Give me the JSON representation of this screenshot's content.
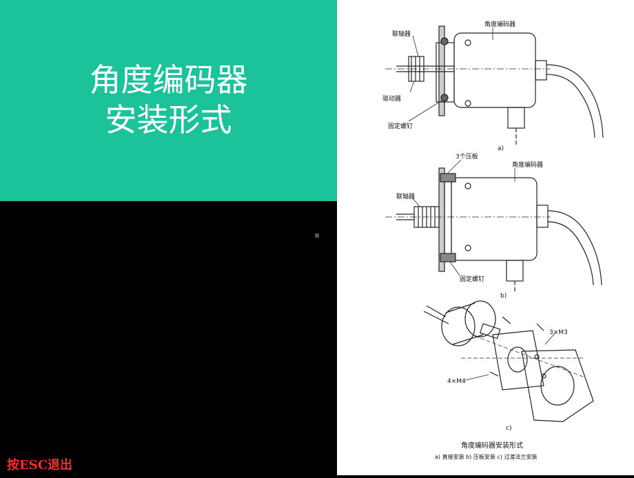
{
  "slide": {
    "title_line1": "角度编码器",
    "title_line2": "安装形式",
    "esc_hint": "按ESC退出"
  },
  "colors": {
    "title_panel": "#1cc39a",
    "background": "#000000",
    "esc_text": "#ff2a2a"
  },
  "figure": {
    "a": {
      "label_encoder": "角度编码器",
      "label_coupling": "联轴器",
      "label_driver": "驱动器",
      "label_screw": "固定螺钉",
      "caption": "a)"
    },
    "b": {
      "label_plates": "3个压板",
      "label_encoder": "角度编码器",
      "label_coupling": "联轴器",
      "label_screw": "固定螺钉",
      "caption": "b)"
    },
    "c": {
      "label_m3": "3×M3",
      "label_m4": "4×M4",
      "caption": "c)"
    },
    "caption_title": "角度编码器安装形式",
    "caption_sub": "a) 直接安装  b) 压板安装  c) 过渡法兰安装"
  }
}
